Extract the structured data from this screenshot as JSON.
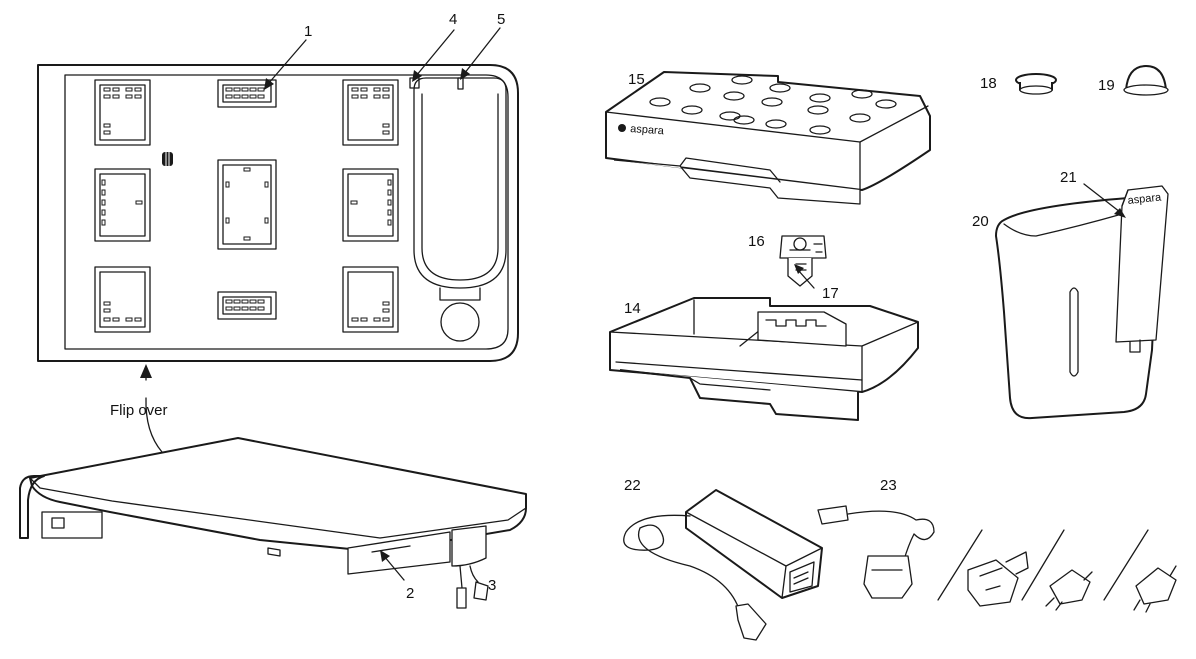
{
  "callouts": [
    "1",
    "2",
    "3",
    "4",
    "5",
    "14",
    "15",
    "16",
    "17",
    "18",
    "19",
    "20",
    "21",
    "22",
    "23"
  ],
  "flip_label": "Flip over",
  "brand_text": "aspara"
}
